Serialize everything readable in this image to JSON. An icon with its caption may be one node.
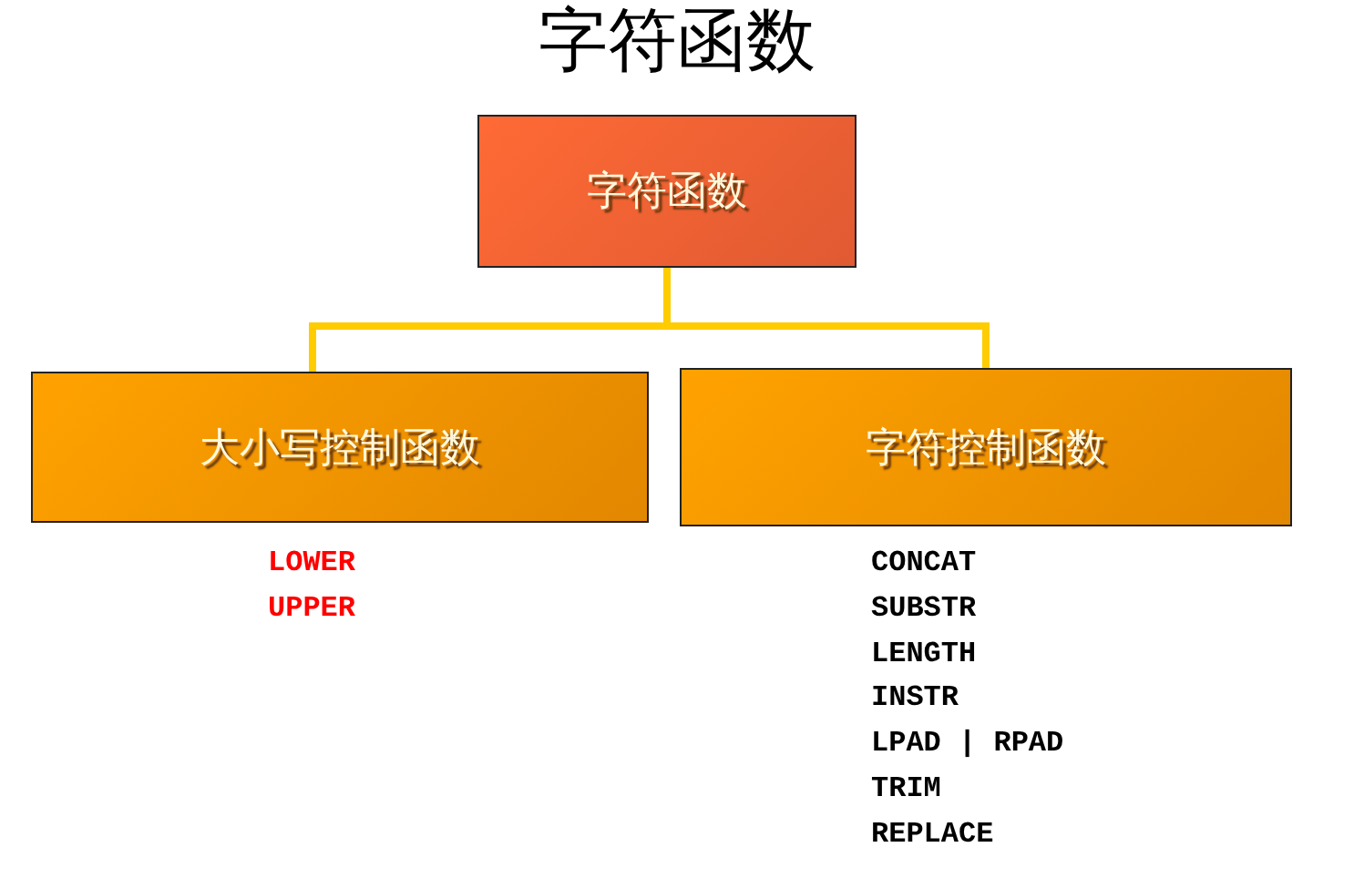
{
  "diagram": {
    "title": "字符函数",
    "nodes": [
      {
        "text": [
          "字符函数"
        ]
      },
      {
        "text": [
          "大小写控制函数"
        ],
        "beside": [
          "LOWER",
          "UPPER"
        ]
      },
      {
        "text": [
          "字符控制函数"
        ],
        "beside": [
          "CONCAT",
          "SUBSTR",
          "LENGTH",
          "INSTR",
          "LPAD | RPAD",
          "TRIM",
          "REPLACE"
        ]
      }
    ],
    "edges": [
      {
        "from": 0,
        "to": 1,
        "arrow": "none"
      },
      {
        "from": 0,
        "to": 2,
        "arrow": "none"
      }
    ]
  }
}
